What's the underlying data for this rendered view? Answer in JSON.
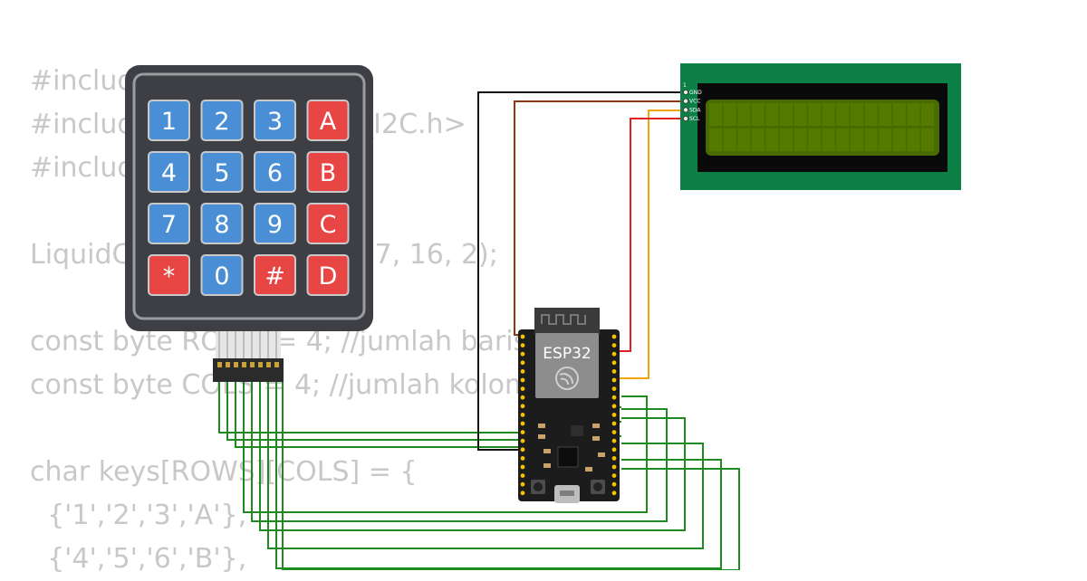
{
  "code_lines": [
    "#include <Keypad.h>",
    "#include <LiquidCrystal_I2C.h>",
    "#include <Wire.h>",
    "",
    "LiquidCrystal_I2C lcd(0x27, 16, 2);",
    "",
    "const byte ROWS = 4; //jumlah baris",
    "const byte COLS = 4; //jumlah kolom",
    "",
    "char keys[ROWS][COLS] = {",
    "  {'1','2','3','A'},",
    "  {'4','5','6','B'},"
  ],
  "keypad": {
    "keys": [
      [
        "1",
        "2",
        "3",
        "A"
      ],
      [
        "4",
        "5",
        "6",
        "B"
      ],
      [
        "7",
        "8",
        "9",
        "C"
      ],
      [
        "*",
        "0",
        "#",
        "D"
      ]
    ],
    "colors": {
      "digit": "#4a8fd6",
      "letter": "#e84545",
      "body": "#3d3f45",
      "border": "#9a9ca0"
    }
  },
  "esp32": {
    "label": "ESP32"
  },
  "lcd": {
    "pins": [
      "GND",
      "VCC",
      "SDA",
      "SCL"
    ],
    "pin_one": "1"
  },
  "wire_colors": {
    "gnd": "#111111",
    "vcc": "#8b3a0f",
    "sda": "#f0a30a",
    "scl": "#e02020",
    "keypad": "#1f8a1f"
  }
}
